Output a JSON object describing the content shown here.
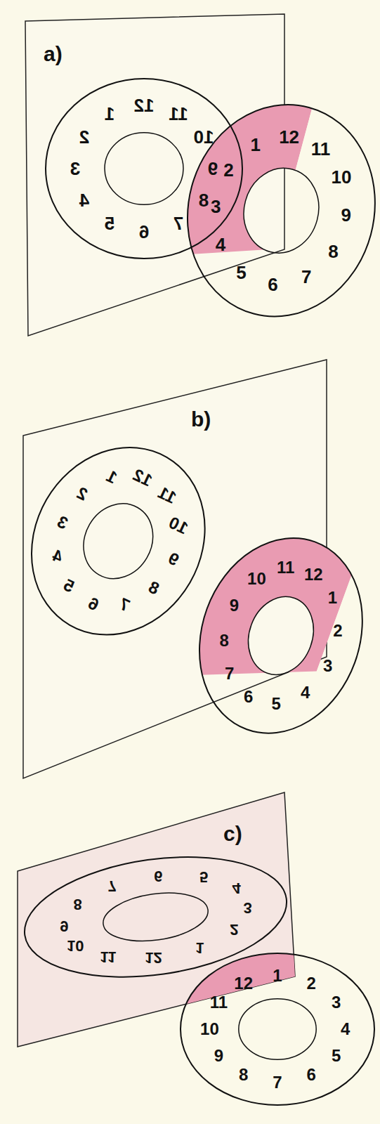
{
  "diagram": {
    "nodes": [
      {
        "text": [
          "1",
          "2",
          "3",
          "4",
          "5",
          "6",
          "7",
          "8",
          "9",
          "10",
          "11",
          "12"
        ]
      },
      {
        "text": [
          "1",
          "2",
          "3",
          "4",
          "5",
          "6",
          "7",
          "8",
          "9",
          "10",
          "11",
          "12"
        ]
      },
      {
        "text": [
          "1",
          "2",
          "3",
          "4",
          "5",
          "6",
          "7",
          "8",
          "9",
          "10",
          "11",
          "12"
        ]
      },
      {
        "text": [
          "1",
          "2",
          "3",
          "4",
          "5",
          "6",
          "7",
          "8",
          "9",
          "10",
          "11",
          "12"
        ]
      },
      {
        "text": [
          "1",
          "2",
          "3",
          "4",
          "5",
          "6",
          "7",
          "8",
          "9",
          "10",
          "11",
          "12"
        ]
      },
      {
        "text": [
          "1",
          "2",
          "3",
          "4",
          "5",
          "6",
          "7",
          "8",
          "9",
          "10",
          "11",
          "12"
        ]
      }
    ],
    "labels": [
      "a)",
      "b)",
      "c)"
    ]
  }
}
